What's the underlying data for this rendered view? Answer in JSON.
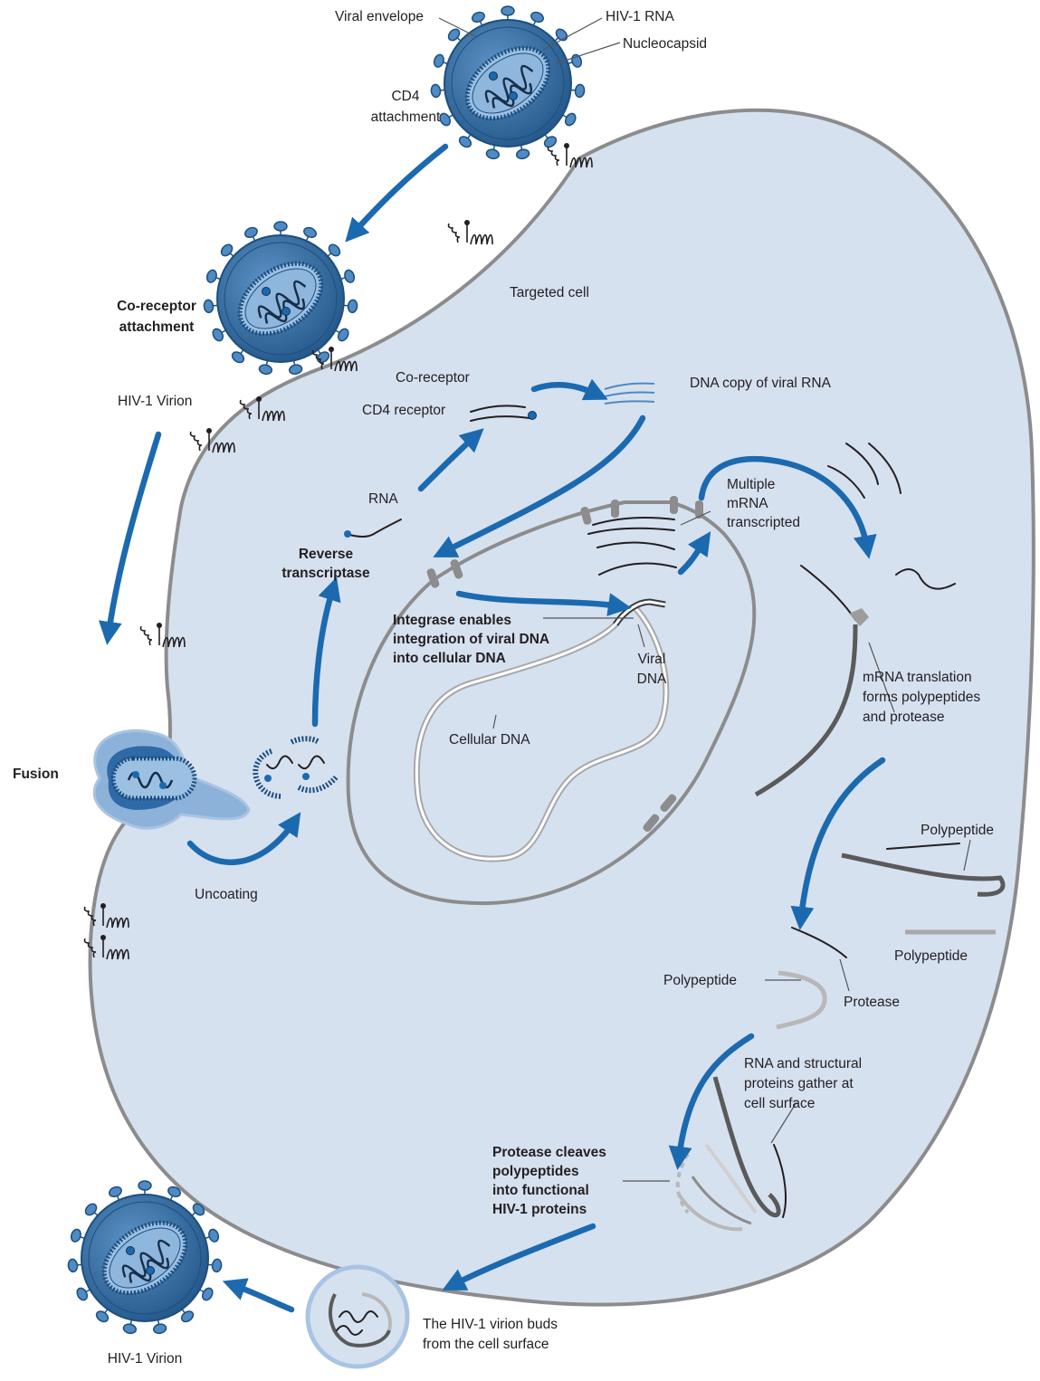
{
  "colors": {
    "cell_fill": "#d6e1f0",
    "cell_outline": "#8c8c8c",
    "arrow": "#1b6ab0",
    "virion_blue": "#3a77b0",
    "virion_dark": "#1d4f7f"
  },
  "labels": {
    "viral_envelope": "Viral envelope",
    "hiv_rna": "HIV-1 RNA",
    "nucleocapsid": "Nucleocapsid",
    "cd4_attachment_1": "CD4",
    "cd4_attachment_2": "attachment",
    "coreceptor_attachment_1": "Co-receptor",
    "coreceptor_attachment_2": "attachment",
    "targeted_cell": "Targeted cell",
    "coreceptor": "Co-receptor",
    "cd4_receptor": "CD4 receptor",
    "hiv_virion_top": "HIV-1 Virion",
    "dna_copy": "DNA copy of viral RNA",
    "rna": "RNA",
    "reverse_transcriptase_1": "Reverse",
    "reverse_transcriptase_2": "transcriptase",
    "multiple_mrna_1": "Multiple",
    "multiple_mrna_2": "mRNA",
    "multiple_mrna_3": "transcripted",
    "integrase_1": "Integrase enables",
    "integrase_2": "integration of viral DNA",
    "integrase_3": "into cellular DNA",
    "viral_dna_1": "Viral",
    "viral_dna_2": "DNA",
    "cellular_dna": "Cellular DNA",
    "mrna_translation_1": "mRNA translation",
    "mrna_translation_2": "forms polypeptides",
    "mrna_translation_3": "and protease",
    "fusion": "Fusion",
    "uncoating": "Uncoating",
    "polypeptide_right_top": "Polypeptide",
    "polypeptide_right_bottom": "Polypeptide",
    "polypeptide_left": "Polypeptide",
    "protease": "Protease",
    "rna_structural_1": "RNA and structural",
    "rna_structural_2": "proteins gather at",
    "rna_structural_3": "cell surface",
    "protease_cleaves_1": "Protease cleaves",
    "protease_cleaves_2": "polypeptides",
    "protease_cleaves_3": "into functional",
    "protease_cleaves_4": "HIV-1 proteins",
    "buds_1": "The HIV-1 virion buds",
    "buds_2": "from the cell surface",
    "hiv_virion_bottom": "HIV-1 Virion"
  }
}
